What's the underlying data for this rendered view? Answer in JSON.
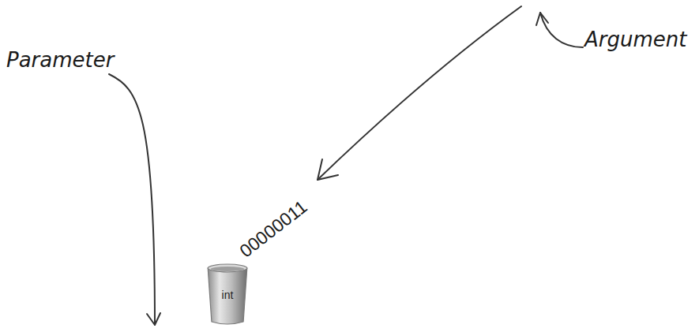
{
  "diagram": {
    "nodes": [
      {
        "text": [
          "int"
        ]
      }
    ],
    "labels": [
      "Argument",
      "Parameter",
      "00000011"
    ]
  }
}
